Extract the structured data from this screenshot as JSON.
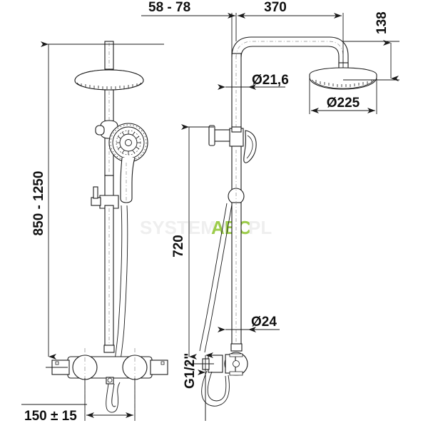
{
  "drawing": {
    "title": "Shower column dimensioned drawing",
    "line_color": "#1a1a1a",
    "dim_color": "#1a1a1a",
    "background": "#ffffff",
    "views": [
      {
        "id": "front-view",
        "label": "front-view"
      },
      {
        "id": "side-view",
        "label": "side-view"
      }
    ]
  },
  "dimensions": {
    "riser_offset": "58 - 78",
    "arm_length": "370",
    "head_drop": "138",
    "head_diameter": "Ø225",
    "tube_diameter_upper": "Ø21,6",
    "tube_diameter_lower": "Ø24",
    "mixer_height_range": "850 - 1250",
    "side_height": "720",
    "inlet_spacing": "150 ± 15",
    "connection_thread": "G1/2\""
  },
  "watermark": {
    "text_faint_left": "SYSTEMY",
    "text_accent": "ABC",
    "text_faint_right": "PL",
    "accent_color": "#9ccc4a",
    "faint_color": "#eeeeee"
  }
}
